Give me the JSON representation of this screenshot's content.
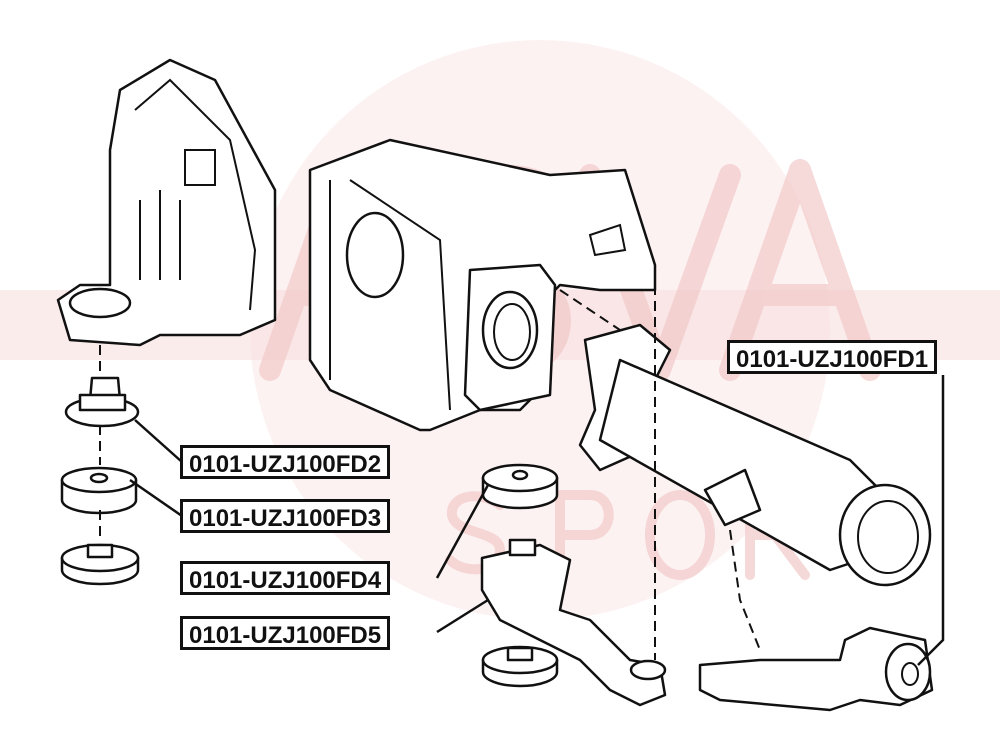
{
  "watermark": {
    "brand": "ASVA",
    "sub": "SPORT",
    "color": "#f2c9c9"
  },
  "labels": [
    {
      "id": "fd1",
      "text": "0101-UZJ100FD1"
    },
    {
      "id": "fd2",
      "text": "0101-UZJ100FD2"
    },
    {
      "id": "fd3",
      "text": "0101-UZJ100FD3"
    },
    {
      "id": "fd4",
      "text": "0101-UZJ100FD4"
    },
    {
      "id": "fd5",
      "text": "0101-UZJ100FD5"
    }
  ]
}
